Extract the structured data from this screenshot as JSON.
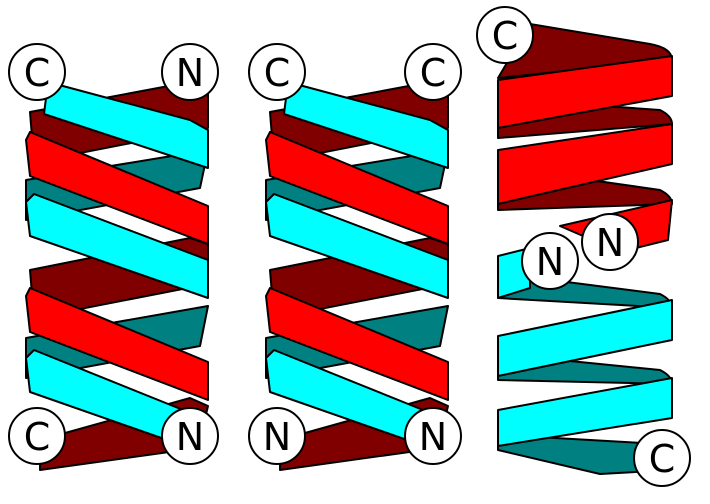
{
  "colors": {
    "cyan_light": "#00ffff",
    "cyan_dark": "#008080",
    "red_light": "#ff0000",
    "red_dark": "#800000",
    "outline": "#000000",
    "background": "#ffffff"
  },
  "panels": [
    {
      "id": "parallel-dimer",
      "top_left": "C",
      "top_right": "N",
      "bottom_left": "C",
      "bottom_right": "N"
    },
    {
      "id": "antiparallel-dimer",
      "top_left": "C",
      "top_right": "C",
      "bottom_left": "N",
      "bottom_right": "N"
    },
    {
      "id": "helix-hairpin",
      "red_c": "C",
      "red_n": "N",
      "cyan_n": "N",
      "cyan_c": "C"
    }
  ]
}
